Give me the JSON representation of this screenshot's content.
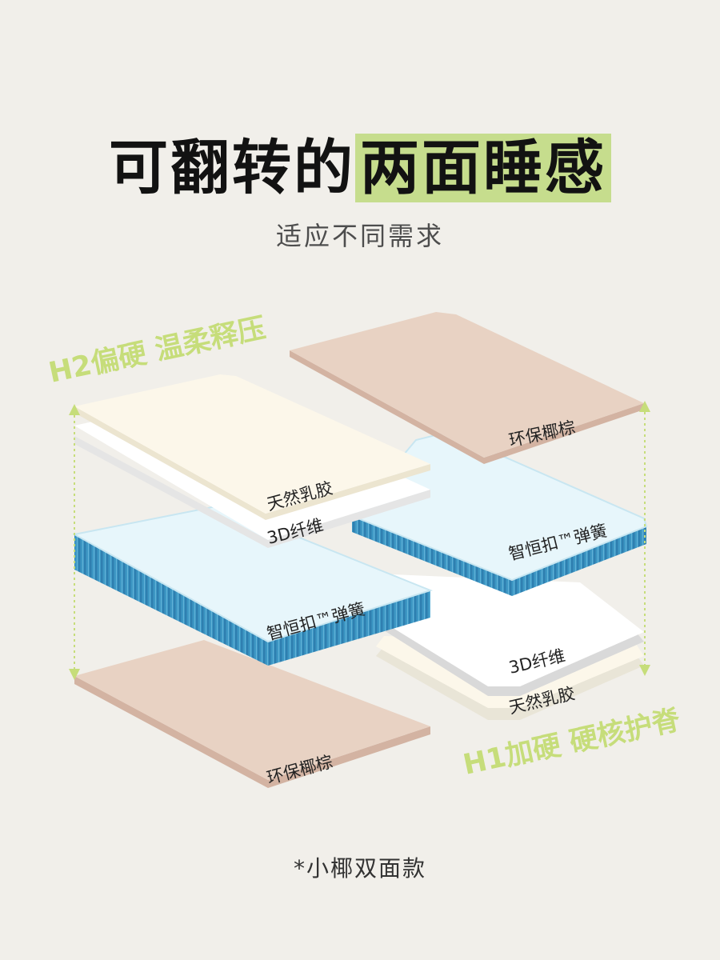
{
  "title": {
    "part1": "可翻转的",
    "highlight": "两面睡感"
  },
  "subtitle": "适应不同需求",
  "left_stack": {
    "side_label": "H2偏硬 温柔释压",
    "layers": {
      "latex": "天然乳胶",
      "fiber": "3D纤维",
      "spring": "智恒扣™弹簧",
      "coir": "环保椰棕"
    }
  },
  "right_stack": {
    "side_label": "H1加硬 硬核护脊",
    "layers": {
      "coir": "环保椰棕",
      "spring": "智恒扣™弹簧",
      "fiber": "3D纤维",
      "latex": "天然乳胶"
    }
  },
  "footnote": "*小椰双面款",
  "colors": {
    "background": "#f1efea",
    "highlight": "#c6dd8d",
    "accent_green": "#c6dd7a",
    "latex": "#fcf7ea",
    "fiber": "#ffffff",
    "spring_top": "#e7f6fb",
    "spring_side": "#3d97c4",
    "coir": "#e8d2c3",
    "coir_side": "#d3b3a2"
  }
}
